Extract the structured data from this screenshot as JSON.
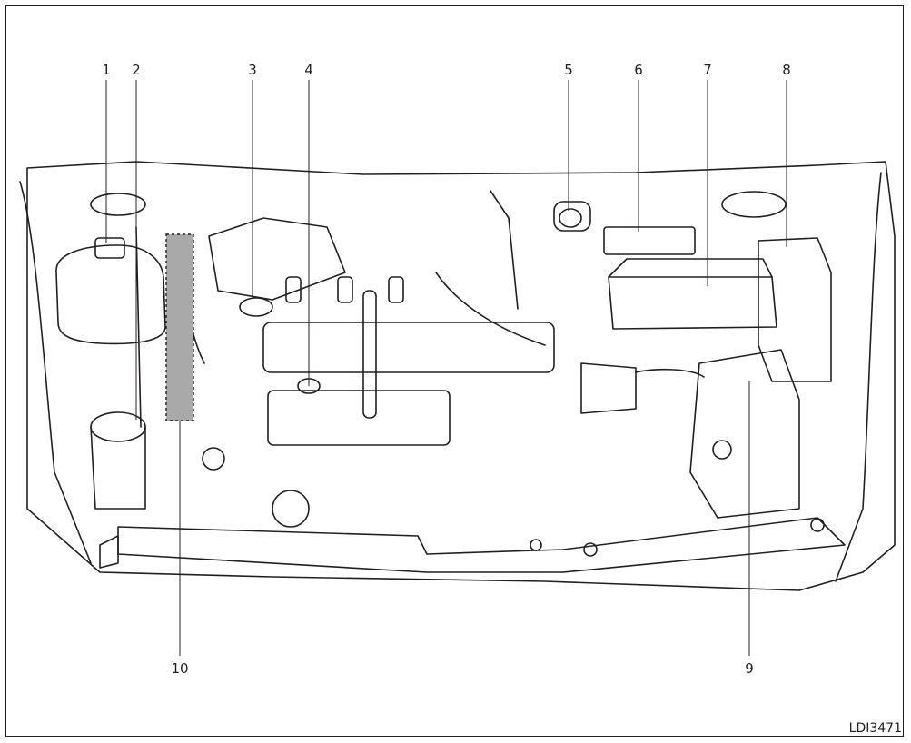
{
  "figure": {
    "id_label": "LDI3471",
    "line_color": "#231f20",
    "highlight_color": "#a9a9a9",
    "callouts": [
      {
        "number": "1"
      },
      {
        "number": "2"
      },
      {
        "number": "3"
      },
      {
        "number": "4"
      },
      {
        "number": "5"
      },
      {
        "number": "6"
      },
      {
        "number": "7"
      },
      {
        "number": "8"
      },
      {
        "number": "9"
      },
      {
        "number": "10"
      }
    ]
  }
}
